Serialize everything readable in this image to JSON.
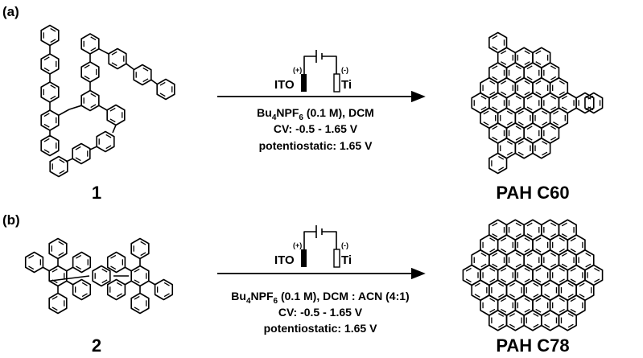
{
  "panels": {
    "a": {
      "label": "(a)",
      "reactant": "1",
      "product": "PAH C60",
      "conditions": {
        "electrolyte_main": "Bu",
        "electrolyte_sub1": "4",
        "electrolyte_mid": "NPF",
        "electrolyte_sub2": "6",
        "electrolyte_rest": " (0.1 M), DCM",
        "cv": "CV: -0.5 - 1.65 V",
        "potentiostatic": "potentiostatic: 1.65 V"
      },
      "cell": {
        "anode": "ITO",
        "cathode": "Ti",
        "anode_polarity": "(+)",
        "cathode_polarity": "(-)"
      }
    },
    "b": {
      "label": "(b)",
      "reactant": "2",
      "product": "PAH C78",
      "conditions": {
        "electrolyte_main": "Bu",
        "electrolyte_sub1": "4",
        "electrolyte_mid": "NPF",
        "electrolyte_sub2": "6",
        "electrolyte_rest": " (0.1 M), DCM : ACN (4:1)",
        "cv": "CV: -0.5 - 1.65 V",
        "potentiostatic": "potentiostatic: 1.65 V"
      },
      "cell": {
        "anode": "ITO",
        "cathode": "Ti",
        "anode_polarity": "(+)",
        "cathode_polarity": "(-)"
      }
    }
  }
}
